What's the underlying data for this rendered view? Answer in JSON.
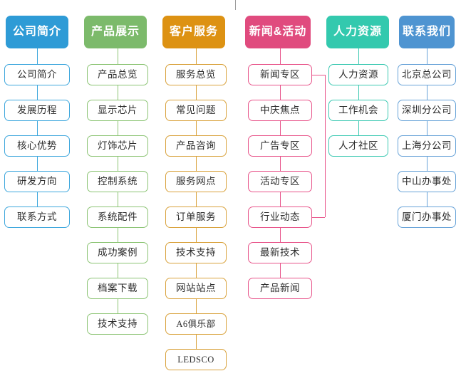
{
  "diagram": {
    "title": "Website Sitemap",
    "type": "sitemap-flowchart",
    "background": "#ffffff",
    "decorations": {
      "top_tick_color": "#9b9b9b"
    }
  },
  "columns": [
    {
      "id": "company-profile",
      "header": "公司简介",
      "header_color": "#2e9bd6",
      "border_color": "#3ea7dd",
      "line_color": "#3ea7dd",
      "items": [
        {
          "label": "公司简介"
        },
        {
          "label": "发展历程"
        },
        {
          "label": "核心优势"
        },
        {
          "label": "研发方向"
        },
        {
          "label": "联系方式"
        }
      ]
    },
    {
      "id": "product-showcase",
      "header": "产品展示",
      "header_color": "#7cba6b",
      "border_color": "#8cc474",
      "line_color": "#8cc474",
      "items": [
        {
          "label": "产品总览"
        },
        {
          "label": "显示芯片"
        },
        {
          "label": "灯饰芯片"
        },
        {
          "label": "控制系统"
        },
        {
          "label": "系统配件"
        },
        {
          "label": "成功案例"
        },
        {
          "label": "档案下载"
        },
        {
          "label": "技术支持"
        }
      ]
    },
    {
      "id": "customer-service",
      "header": "客户服务",
      "header_color": "#dd9213",
      "border_color": "#d9a23c",
      "line_color": "#d9a23c",
      "items": [
        {
          "label": "服务总览"
        },
        {
          "label": "常见问题"
        },
        {
          "label": "产品咨询"
        },
        {
          "label": "服务网点"
        },
        {
          "label": "订单服务"
        },
        {
          "label": "技术支持"
        },
        {
          "label": "网站站点"
        },
        {
          "label": "A6俱乐部",
          "latin": true
        },
        {
          "label": "LEDSCO",
          "latin": true
        }
      ]
    },
    {
      "id": "news-events",
      "header": "新闻&活动",
      "header_color": "#e04b7e",
      "border_color": "#e8548a",
      "line_color": "#e8548a",
      "items": [
        {
          "label": "新闻专区"
        },
        {
          "label": "中庆焦点"
        },
        {
          "label": "广告专区"
        },
        {
          "label": "活动专区"
        },
        {
          "label": "行业动态"
        },
        {
          "label": "最新技术"
        },
        {
          "label": "产品新闻"
        }
      ],
      "bracket": {
        "from_item": 0,
        "to_item": 4,
        "color": "#e8548a"
      }
    },
    {
      "id": "human-resources",
      "header": "人力资源",
      "header_color": "#33c9ae",
      "border_color": "#3cc9b2",
      "line_color": "#3cc9b2",
      "items": [
        {
          "label": "人力资源"
        },
        {
          "label": "工作机会"
        },
        {
          "label": "人才社区"
        }
      ]
    },
    {
      "id": "contact-us",
      "header": "联系我们",
      "header_color": "#4e94d1",
      "border_color": "#68a3d8",
      "line_color": "#68a3d8",
      "items": [
        {
          "label": "北京总公司"
        },
        {
          "label": "深圳分公司"
        },
        {
          "label": "上海分公司"
        },
        {
          "label": "中山办事处"
        },
        {
          "label": "厦门办事处"
        }
      ]
    }
  ]
}
